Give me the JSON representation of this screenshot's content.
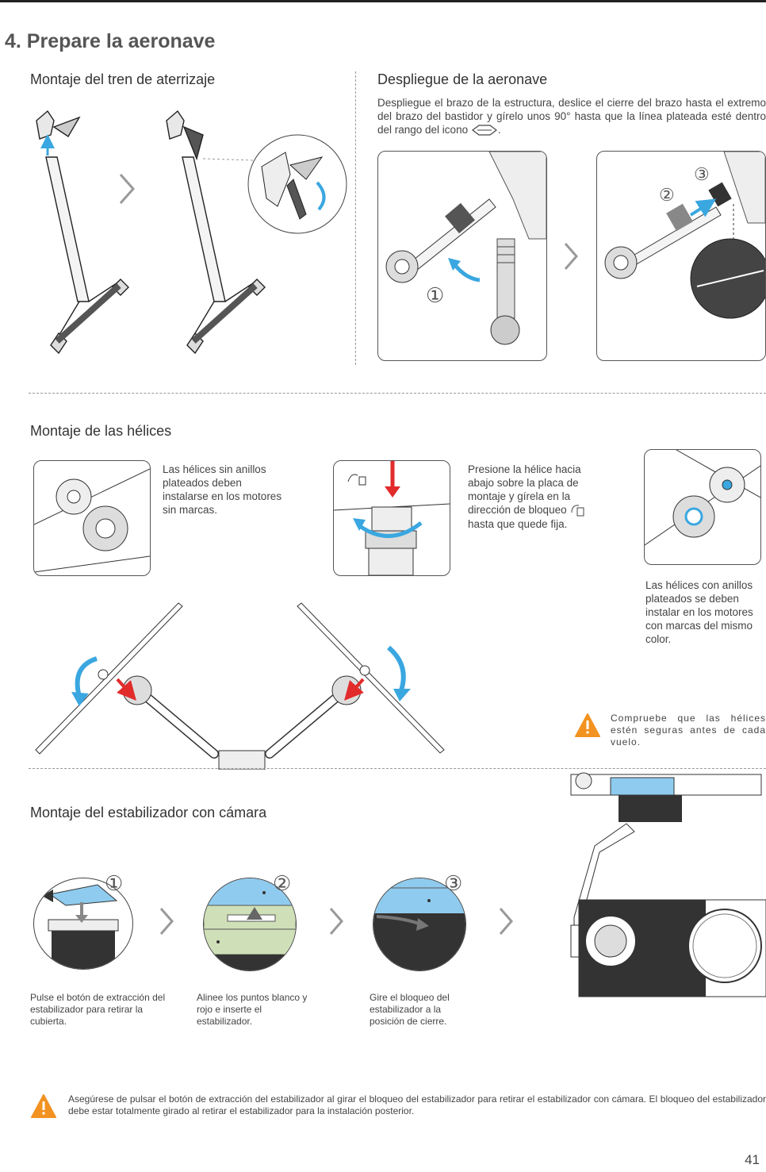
{
  "page": {
    "section_title": "4.  Prepare la aeronave",
    "page_number": "41"
  },
  "landing_gear": {
    "title": "Montaje del tren de aterrizaje"
  },
  "deploy": {
    "title": "Despliegue de la aeronave",
    "text_before_icon": "Despliegue el brazo de la estructura, deslice el cierre del brazo hasta el extremo del brazo del bastidor y gírelo unos 90° hasta que la línea plateada esté dentro del rango del icono",
    "text_after_icon": ".",
    "step1": "①",
    "step2": "②",
    "step3": "③"
  },
  "propellers": {
    "title": "Montaje de las hélices",
    "note_no_rings": "Las hélices sin anillos plateados deben instalarse en los motores sin marcas.",
    "note_press_before": "Presione la hélice hacia abajo sobre la placa de montaje y gírela en la dirección de bloqueo",
    "note_press_after": "hasta que quede fija.",
    "note_rings": "Las hélices con anillos plateados se deben instalar en los motores con marcas del mismo color.",
    "warning": "Compruebe que las hélices estén seguras antes de cada vuelo."
  },
  "gimbal": {
    "title": "Montaje del estabilizador con cámara",
    "step1_num": "①",
    "step2_num": "②",
    "step3_num": "③",
    "step1": "Pulse el botón de extracción del estabilizador para retirar la cubierta.",
    "step2": "Alinee los puntos blanco y rojo e inserte el estabilizador.",
    "step3": "Gire el bloqueo del estabilizador a la posición de cierre.",
    "warning": "Asegúrese de pulsar el botón de extracción del estabilizador al girar el bloqueo del estabilizador para retirar el estabilizador con cámara. El bloqueo del estabilizador debe estar totalmente girado al retirar el estabilizador para la instalación posterior."
  },
  "colors": {
    "accent_blue": "#3aa7e0",
    "arrow_red": "#e22b2b",
    "warning_orange": "#f29220",
    "gimbal_blue": "#8fcbee",
    "gimbal_green": "#cfe0b8"
  },
  "icons": [
    "chevron-right-icon",
    "warning-icon",
    "lock-icon",
    "arm-alignment-icon",
    "rotate-arrow-icon"
  ]
}
